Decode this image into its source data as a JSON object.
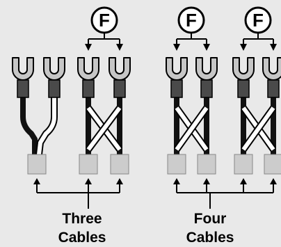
{
  "groups": {
    "three": {
      "caption_line1": "Three",
      "caption_line2": "Cables",
      "terminal_count": 3,
      "marker_count": 1
    },
    "four": {
      "caption_line1": "Four",
      "caption_line2": "Cables",
      "terminal_count": 4,
      "marker_count": 2
    }
  },
  "marker": {
    "letter": "F"
  },
  "colors": {
    "background": "#e9e9e9",
    "lug_fill": "#c6c6c6",
    "lug_stroke": "#000000",
    "crimp": "#4a4a4a",
    "insulation_black": "#111111",
    "insulation_white": "#ffffff",
    "connector": "#cccccc",
    "line": "#000000"
  },
  "icons": {
    "fork_terminal": "u-shaped-spade-lug",
    "connector": "cable-end-block",
    "arrow": "up-arrow",
    "marker": "circled-letter"
  }
}
